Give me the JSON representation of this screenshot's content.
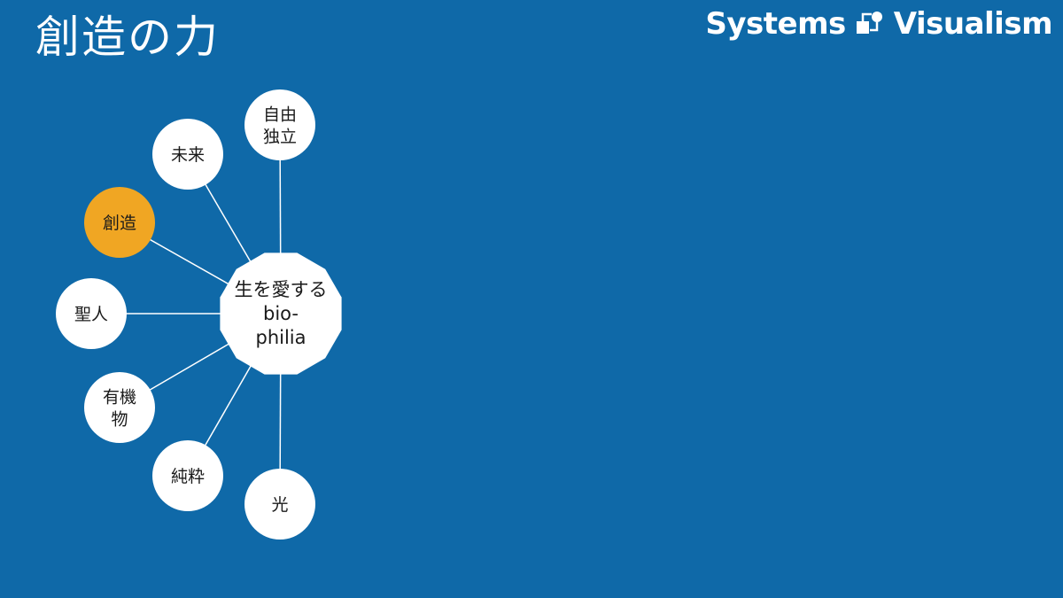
{
  "title": "創造の力",
  "brand": {
    "left": "Systems",
    "right": "Visualism",
    "logo_icon": "systems-visualism-logo"
  },
  "colors": {
    "background": "#0f69a8",
    "node_fill": "#ffffff",
    "highlight_fill": "#f0a623",
    "connector": "#ffffff"
  },
  "center": {
    "lines": [
      "生を愛する",
      "bio-",
      "philia"
    ]
  },
  "nodes": [
    {
      "id": "jiyu",
      "lines": [
        "自由",
        "独立"
      ],
      "highlight": false
    },
    {
      "id": "mirai",
      "lines": [
        "未来"
      ],
      "highlight": false
    },
    {
      "id": "sozo",
      "lines": [
        "創造"
      ],
      "highlight": true
    },
    {
      "id": "seijin",
      "lines": [
        "聖人"
      ],
      "highlight": false
    },
    {
      "id": "yuki",
      "lines": [
        "有機",
        "物"
      ],
      "highlight": false
    },
    {
      "id": "junsui",
      "lines": [
        "純粋"
      ],
      "highlight": false
    },
    {
      "id": "hikari",
      "lines": [
        "光"
      ],
      "highlight": false
    }
  ]
}
